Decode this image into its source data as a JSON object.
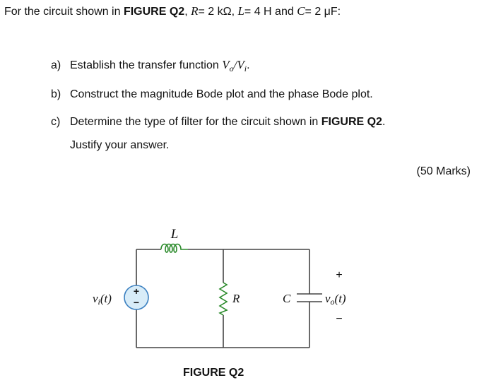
{
  "intro": {
    "prefix": "For the circuit shown in ",
    "figure_ref": "FIGURE Q2",
    "r_label": "R",
    "r_value": "= 2 kΩ, ",
    "l_label": "L",
    "l_value": "= 4 H and ",
    "c_label": "C",
    "c_value": "= 2 μF:"
  },
  "questions": {
    "a": {
      "tag": "a)",
      "text": "Establish the transfer function ",
      "vo": "V",
      "vo_sub": "o",
      "slash": "/",
      "vi": "V",
      "vi_sub": "i",
      "end": "."
    },
    "b": {
      "tag": "b)",
      "text": "Construct the magnitude Bode plot and the phase Bode plot."
    },
    "c": {
      "tag": "c)",
      "text": "Determine the type of filter for the circuit shown in ",
      "figure_ref": "FIGURE Q2",
      "end": ".",
      "line2": "Justify your answer."
    }
  },
  "marks": "(50 Marks)",
  "circuit": {
    "inductor_label": "L",
    "resistor_label": "R",
    "capacitor_label": "C",
    "source_label": "v",
    "source_sub": "i",
    "source_arg": "(t)",
    "output_label": "v",
    "output_sub": "o",
    "output_arg": "(t)",
    "plus": "+",
    "minus": "−",
    "src_plus": "+",
    "src_minus": "−",
    "colors": {
      "wire": "#444444",
      "inductor": "#2a8a2a",
      "resistor": "#2a8a2a",
      "source_fill": "#d8ecf8",
      "source_stroke": "#3a7fc0"
    }
  },
  "figure_caption": "FIGURE Q2"
}
